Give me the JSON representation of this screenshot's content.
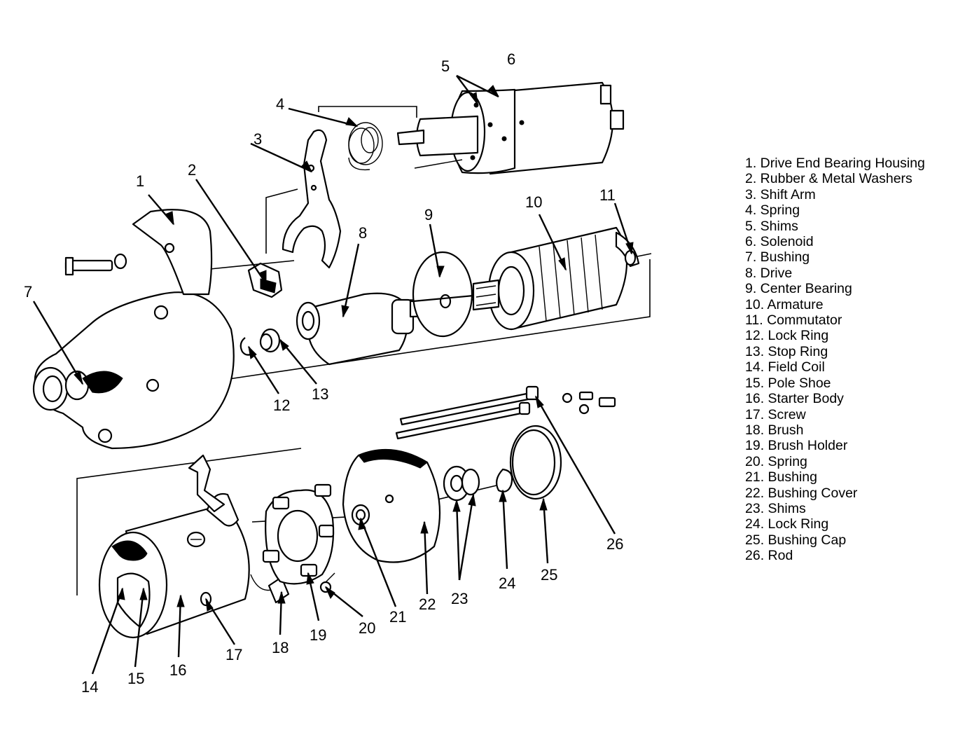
{
  "parts": [
    {
      "num": "1",
      "label": "1. Drive End Bearing Housing"
    },
    {
      "num": "2",
      "label": "2. Rubber & Metal Washers"
    },
    {
      "num": "3",
      "label": "3. Shift Arm"
    },
    {
      "num": "4",
      "label": "4. Spring"
    },
    {
      "num": "5",
      "label": "5. Shims"
    },
    {
      "num": "6",
      "label": "6. Solenoid"
    },
    {
      "num": "7",
      "label": "7. Bushing"
    },
    {
      "num": "8",
      "label": "8. Drive"
    },
    {
      "num": "9",
      "label": "9. Center Bearing"
    },
    {
      "num": "10",
      "label": "10. Armature"
    },
    {
      "num": "11",
      "label": "11. Commutator"
    },
    {
      "num": "12",
      "label": "12. Lock Ring"
    },
    {
      "num": "13",
      "label": "13. Stop Ring"
    },
    {
      "num": "14",
      "label": "14. Field Coil"
    },
    {
      "num": "15",
      "label": "15. Pole Shoe"
    },
    {
      "num": "16",
      "label": "16. Starter Body"
    },
    {
      "num": "17",
      "label": "17. Screw"
    },
    {
      "num": "18",
      "label": "18. Brush"
    },
    {
      "num": "19",
      "label": "19. Brush Holder"
    },
    {
      "num": "20",
      "label": "20. Spring"
    },
    {
      "num": "21",
      "label": "21. Bushing"
    },
    {
      "num": "22",
      "label": "22. Bushing Cover"
    },
    {
      "num": "23",
      "label": "23. Shims"
    },
    {
      "num": "24",
      "label": "24. Lock Ring"
    },
    {
      "num": "25",
      "label": "25. Bushing Cap"
    },
    {
      "num": "26",
      "label": "26. Rod"
    }
  ]
}
